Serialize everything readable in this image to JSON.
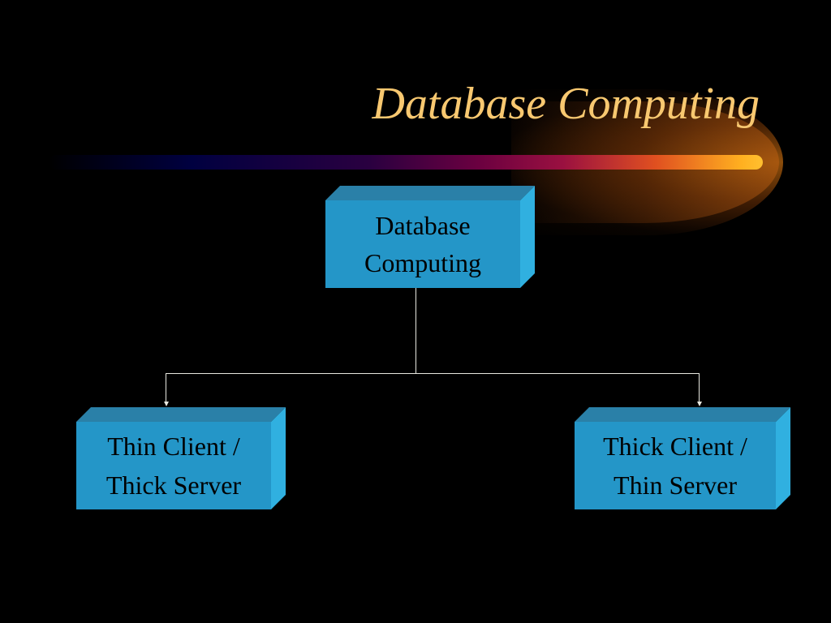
{
  "slide": {
    "title": "Database Computing",
    "colors": {
      "background": "#000000",
      "title": "#f8c870",
      "box_front": "#2496c8",
      "box_top": "#2a80a8",
      "box_side": "#30b0e0",
      "connector": "#e8e8e0"
    }
  },
  "diagram": {
    "root": {
      "label": "Database\nComputing",
      "line1": "Database",
      "line2": "Computing"
    },
    "children": [
      {
        "line1": "Thin Client /",
        "line2": "Thick Server"
      },
      {
        "line1": "Thick Client /",
        "line2": "Thin Server"
      }
    ]
  }
}
